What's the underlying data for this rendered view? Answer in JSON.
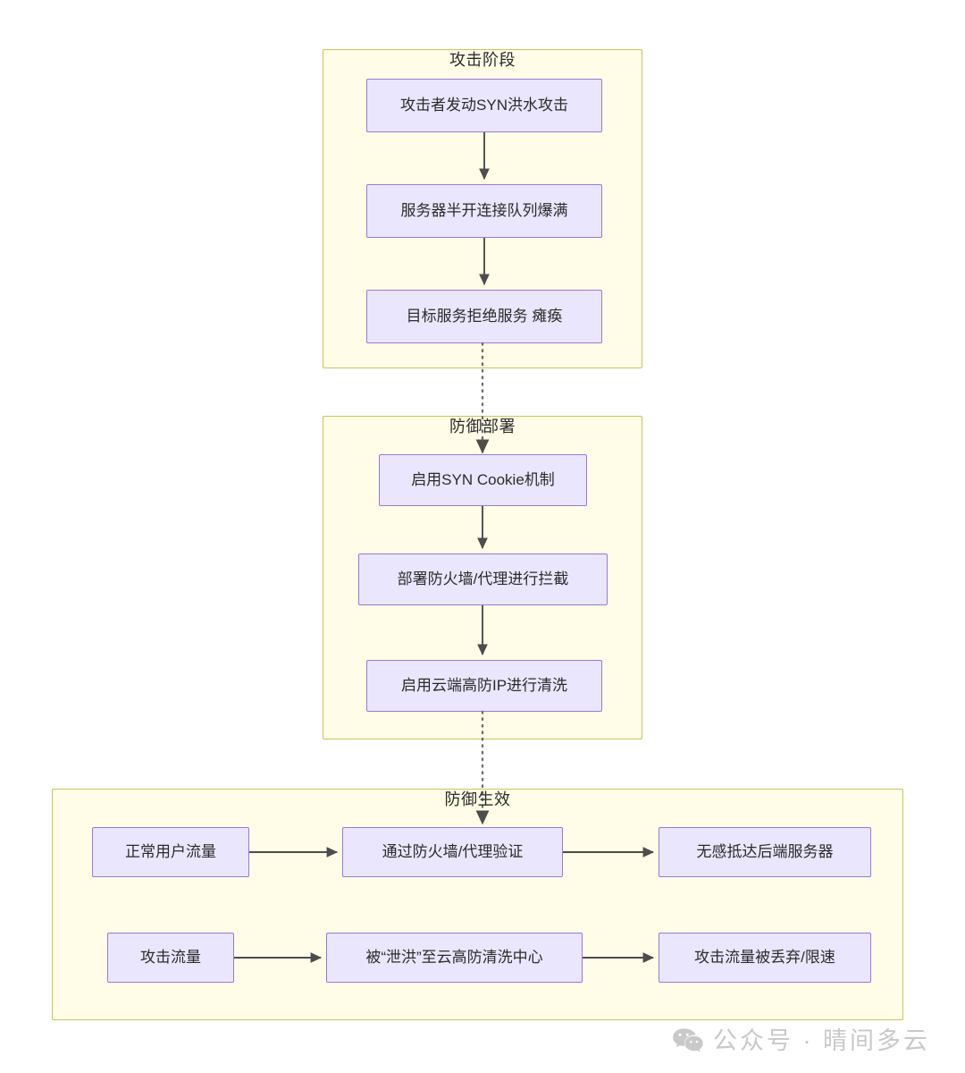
{
  "diagram": {
    "type": "flowchart",
    "direction": "top-down",
    "title_visible": false,
    "clusters": [
      {
        "id": "attack",
        "title": "攻击阶段",
        "nodes": [
          {
            "id": "a1",
            "label": "攻击者发动SYN洪水攻击"
          },
          {
            "id": "a2",
            "label": "服务器半开连接队列爆满"
          },
          {
            "id": "a3",
            "label": "目标服务拒绝服务 瘫痪"
          }
        ]
      },
      {
        "id": "deploy",
        "title": "防御部署",
        "nodes": [
          {
            "id": "d1",
            "label": "启用SYN Cookie机制"
          },
          {
            "id": "d2",
            "label": "部署防火墙/代理进行拦截"
          },
          {
            "id": "d3",
            "label": "启用云端高防IP进行清洗"
          }
        ]
      },
      {
        "id": "effect",
        "title": "防御生效",
        "nodes": [
          {
            "id": "e1",
            "label": "正常用户流量"
          },
          {
            "id": "e2",
            "label": "通过防火墙/代理验证"
          },
          {
            "id": "e3",
            "label": "无感抵达后端服务器"
          },
          {
            "id": "f1",
            "label": "攻击流量"
          },
          {
            "id": "f2",
            "label": "被“泄洪”至云高防清洗中心"
          },
          {
            "id": "f3",
            "label": "攻击流量被丢弃/限速"
          }
        ]
      }
    ],
    "edges": [
      {
        "from": "a1",
        "to": "a2",
        "style": "solid"
      },
      {
        "from": "a2",
        "to": "a3",
        "style": "solid"
      },
      {
        "from": "a3",
        "to": "deploy",
        "style": "dotted"
      },
      {
        "from": "d1",
        "to": "d2",
        "style": "solid"
      },
      {
        "from": "d2",
        "to": "d3",
        "style": "solid"
      },
      {
        "from": "d3",
        "to": "effect",
        "style": "dotted"
      },
      {
        "from": "e1",
        "to": "e2",
        "style": "solid"
      },
      {
        "from": "e2",
        "to": "e3",
        "style": "solid"
      },
      {
        "from": "f1",
        "to": "f2",
        "style": "solid"
      },
      {
        "from": "f2",
        "to": "f3",
        "style": "solid"
      }
    ]
  },
  "colors": {
    "cluster_fill": "#fffde7",
    "cluster_stroke": "#c8c45c",
    "node_fill": "#eae6fd",
    "node_stroke": "#9a79d6",
    "edge_stroke": "#4d4d4d",
    "text": "#2b2b2b",
    "watermark": "#c9c9c9"
  },
  "watermark": {
    "icon": "wechat-logo-icon",
    "text": "公众号 · 晴间多云"
  }
}
